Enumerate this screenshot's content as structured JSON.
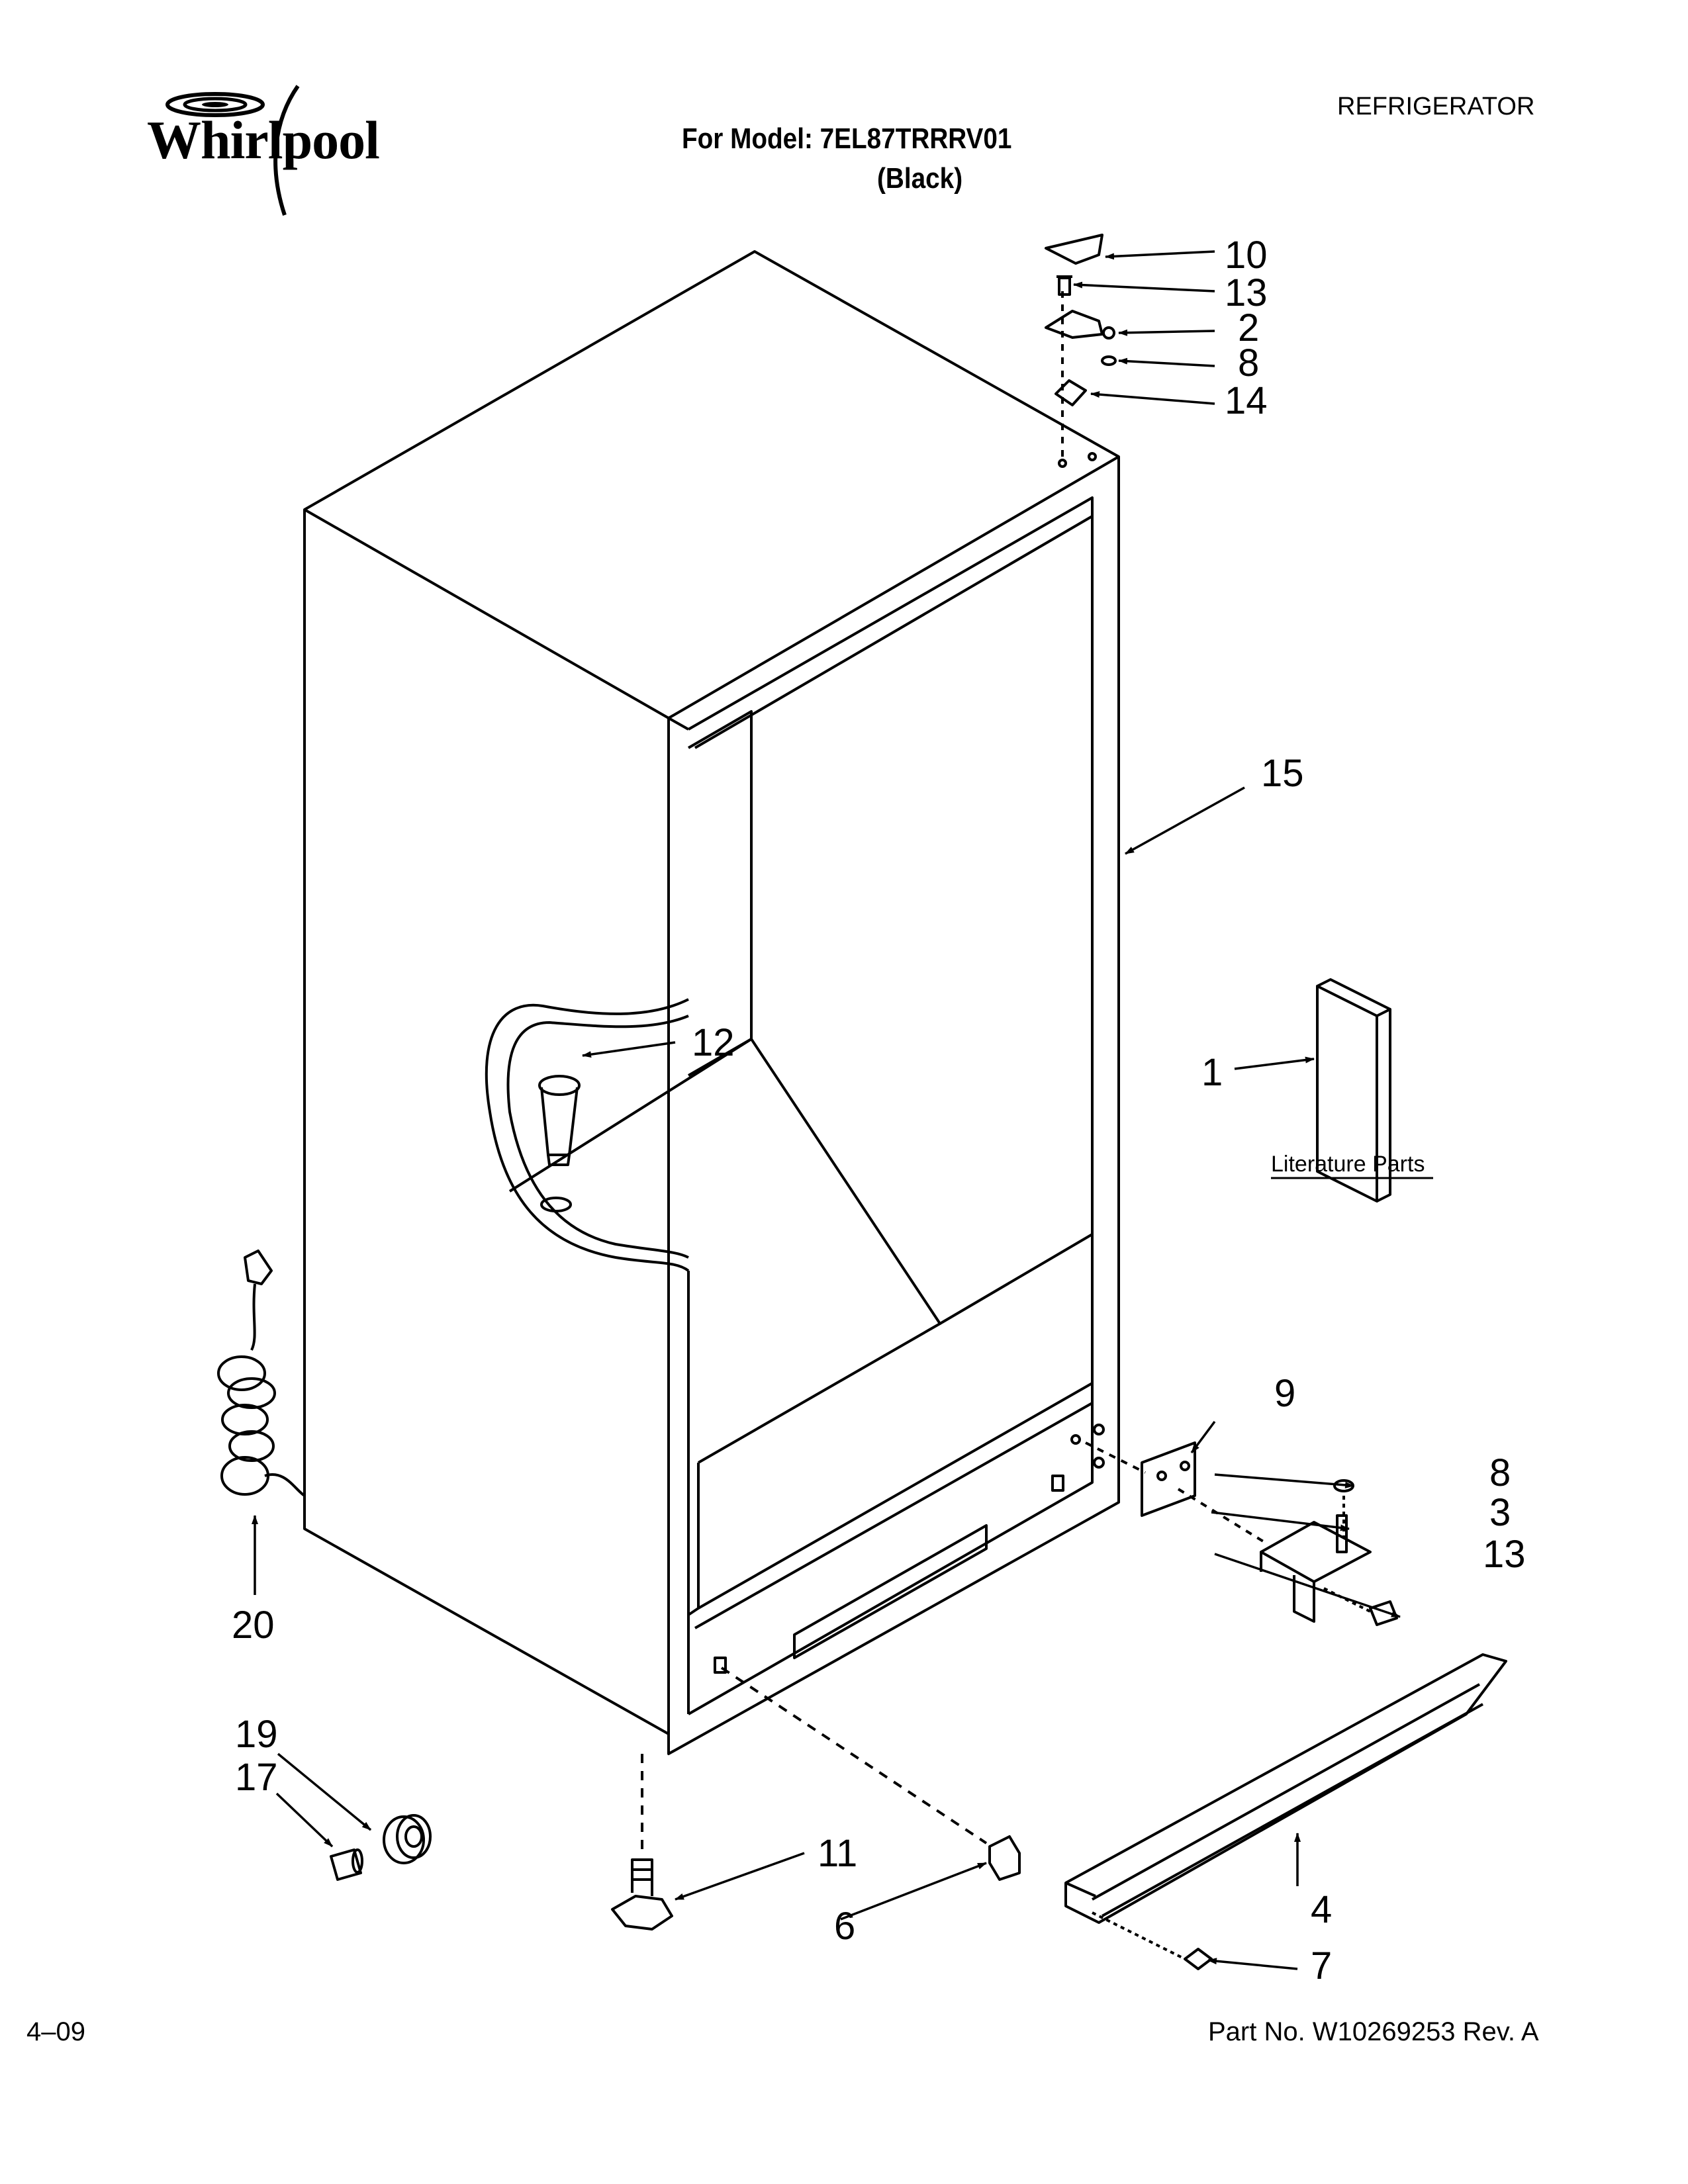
{
  "header": {
    "brand": "Whirlpool",
    "category": "REFRIGERATOR",
    "model_line": "For Model: 7EL87TRRRV01",
    "model_variant": "(Black)"
  },
  "literature": {
    "label": "Literature Parts"
  },
  "callouts": [
    {
      "id": "10"
    },
    {
      "id": "13"
    },
    {
      "id": "2"
    },
    {
      "id": "8"
    },
    {
      "id": "14"
    },
    {
      "id": "15"
    },
    {
      "id": "12"
    },
    {
      "id": "1"
    },
    {
      "id": "9"
    },
    {
      "id": "8"
    },
    {
      "id": "3"
    },
    {
      "id": "13"
    },
    {
      "id": "20"
    },
    {
      "id": "19"
    },
    {
      "id": "17"
    },
    {
      "id": "11"
    },
    {
      "id": "6"
    },
    {
      "id": "4"
    },
    {
      "id": "7"
    }
  ],
  "footer": {
    "date": "4–09",
    "part_number": "Part No. W10269253 Rev. A"
  }
}
